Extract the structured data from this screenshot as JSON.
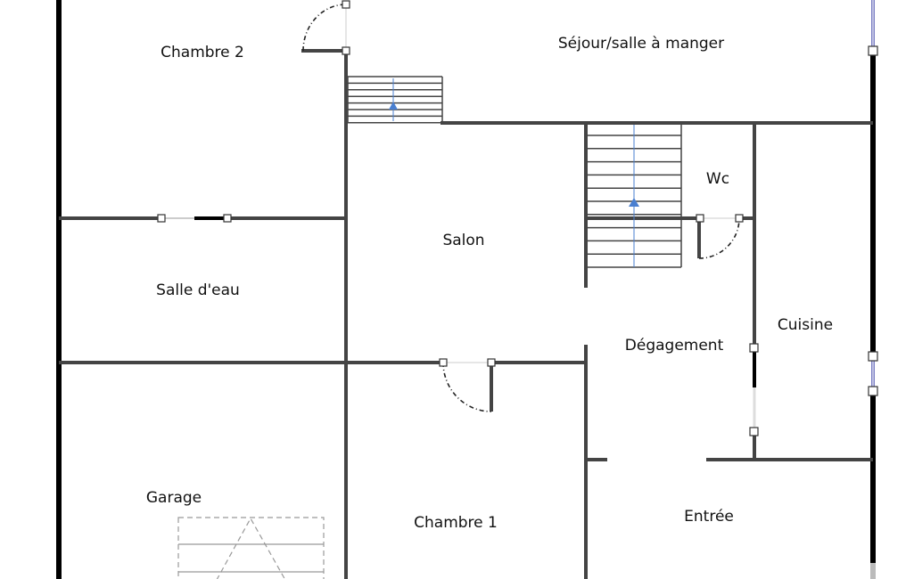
{
  "plan": {
    "rooms": {
      "chambre2": "Chambre 2",
      "sejour": "Séjour/salle à manger",
      "wc": "Wc",
      "salon": "Salon",
      "salle_eau": "Salle d'eau",
      "cuisine": "Cuisine",
      "degagement": "Dégagement",
      "garage": "Garage",
      "chambre1": "Chambre 1",
      "entree": "Entrée"
    },
    "colors": {
      "wall": "#444444",
      "exterior_wall": "#000000",
      "stair_arrow": "#4a7fd0",
      "window": "#7b7fc4"
    }
  }
}
